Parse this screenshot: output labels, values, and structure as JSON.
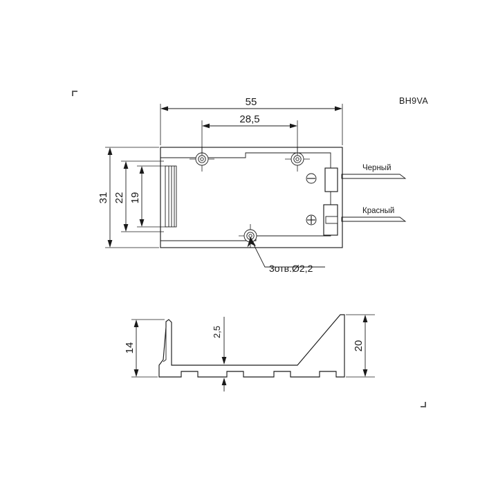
{
  "drawing": {
    "part_number": "BH9VA",
    "note": "3отв.Ø2,2",
    "views": {
      "top": {
        "name": "top-view"
      },
      "side": {
        "name": "side-view"
      }
    },
    "dimensions": {
      "overall_length": "55",
      "hole_spacing": "28,5",
      "overall_width": "31",
      "inner_width_22": "22",
      "inner_width_19": "19",
      "clip_height_14": "14",
      "base_thickness": "2,5",
      "body_height_20": "20"
    },
    "wire_labels": {
      "black": "Черный",
      "red": "Красный"
    },
    "polarity": {
      "negative": "−",
      "positive": "+"
    }
  }
}
